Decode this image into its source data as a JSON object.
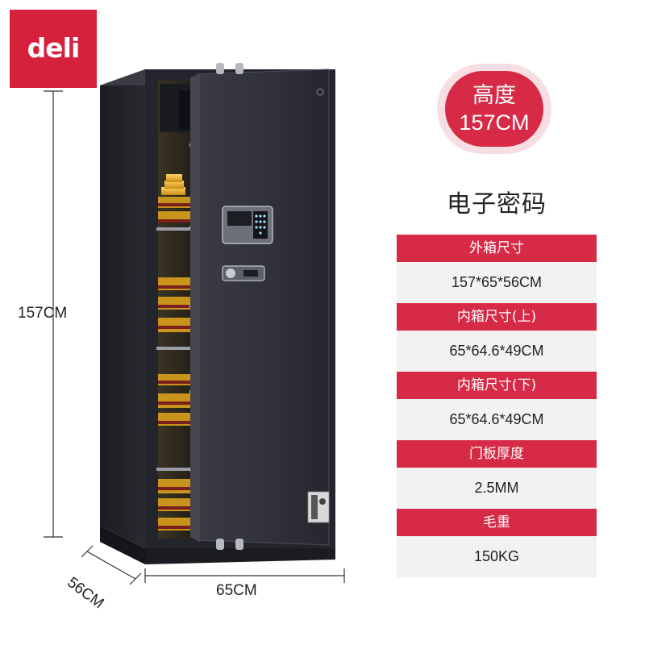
{
  "brand": {
    "logo_text": "deli",
    "color": "#d6213c"
  },
  "dimensions": {
    "height_label": "157CM",
    "width_label": "65CM",
    "depth_label": "56CM"
  },
  "height_badge": {
    "line1": "高度",
    "line2": "157CM"
  },
  "lock_type": "电子密码",
  "specs": [
    {
      "label": "外箱尺寸",
      "value": "157*65*56CM"
    },
    {
      "label": "内箱尺寸(上)",
      "value": "65*64.6*49CM"
    },
    {
      "label": "内箱尺寸(下)",
      "value": "65*64.6*49CM"
    },
    {
      "label": "门板厚度",
      "value": "2.5MM"
    },
    {
      "label": "毛重",
      "value": "150KG"
    }
  ],
  "colors": {
    "accent": "#d72a46",
    "safe_body": "#2c2d35",
    "gold": "#e2a51e"
  }
}
